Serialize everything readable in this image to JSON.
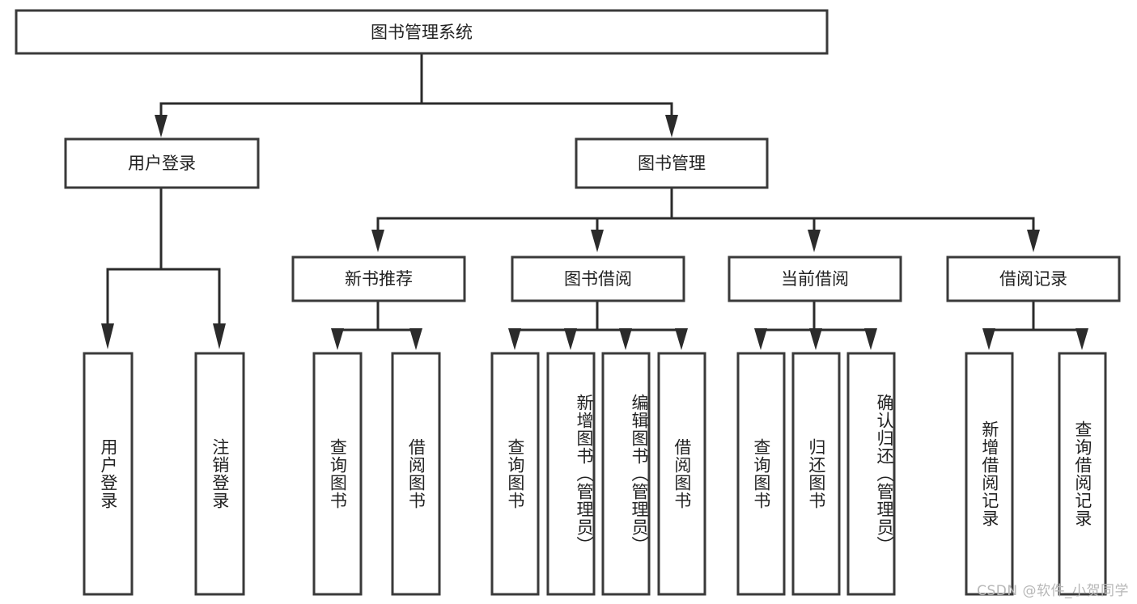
{
  "diagram": {
    "type": "hierarchy-tree",
    "title": "图书管理系统",
    "root": {
      "label": "图书管理系统"
    },
    "level1": [
      {
        "id": "user-login",
        "label": "用户登录"
      },
      {
        "id": "book-management",
        "label": "图书管理"
      }
    ],
    "level2": [
      {
        "id": "new-book-recommend",
        "label": "新书推荐",
        "parent": "book-management"
      },
      {
        "id": "book-borrow",
        "label": "图书借阅",
        "parent": "book-management"
      },
      {
        "id": "current-borrow",
        "label": "当前借阅",
        "parent": "book-management"
      },
      {
        "id": "borrow-record",
        "label": "借阅记录",
        "parent": "book-management"
      }
    ],
    "leaves": [
      {
        "id": "leaf-user-login",
        "label": "用户登录",
        "parent": "user-login"
      },
      {
        "id": "leaf-logout-login",
        "label": "注销登录",
        "parent": "user-login"
      },
      {
        "id": "leaf-query-book-1",
        "label": "查询图书",
        "parent": "new-book-recommend"
      },
      {
        "id": "leaf-borrow-book-1",
        "label": "借阅图书",
        "parent": "new-book-recommend"
      },
      {
        "id": "leaf-query-book-2",
        "label": "查询图书",
        "parent": "book-borrow"
      },
      {
        "id": "leaf-add-book",
        "label": "新增图书（管理员）",
        "parent": "book-borrow"
      },
      {
        "id": "leaf-edit-book",
        "label": "编辑图书（管理员）",
        "parent": "book-borrow"
      },
      {
        "id": "leaf-borrow-book-2",
        "label": "借阅图书",
        "parent": "book-borrow"
      },
      {
        "id": "leaf-query-book-3",
        "label": "查询图书",
        "parent": "current-borrow"
      },
      {
        "id": "leaf-return-book",
        "label": "归还图书",
        "parent": "current-borrow"
      },
      {
        "id": "leaf-confirm-return",
        "label": "确认归还（管理员）",
        "parent": "current-borrow"
      },
      {
        "id": "leaf-add-record",
        "label": "新增借阅记录",
        "parent": "borrow-record"
      },
      {
        "id": "leaf-query-record",
        "label": "查询借阅记录",
        "parent": "borrow-record"
      }
    ]
  },
  "watermark": {
    "text": "CSDN @软件_小贺同学"
  },
  "colors": {
    "box_stroke": "#3a3a3a",
    "connector": "#2b2b2b",
    "text": "#222222",
    "background": "#ffffff",
    "watermark": "#b7b7b7"
  }
}
